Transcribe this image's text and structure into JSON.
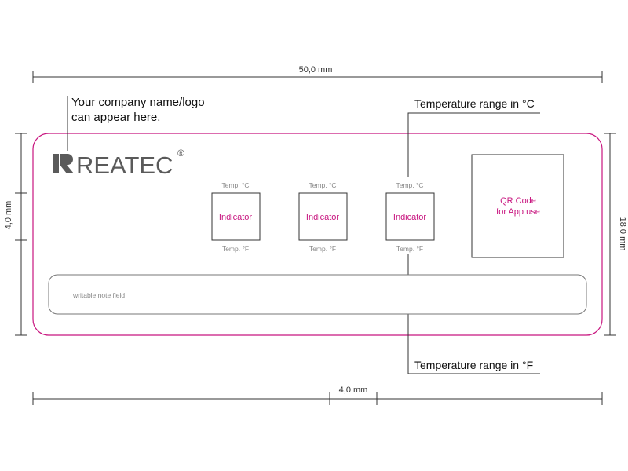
{
  "dimensions": {
    "width_total": "50,0 mm",
    "height_total": "18,0 mm",
    "left_segment": "4,0 mm",
    "bottom_segment": "4,0 mm"
  },
  "callouts": {
    "logo_line1": "Your company name/logo",
    "logo_line2": "can appear here.",
    "temp_c": "Temperature range in °C",
    "temp_f": "Temperature range in °F"
  },
  "logo": {
    "text": "REATEC",
    "registered": "®"
  },
  "indicators": [
    {
      "top": "Temp. °C",
      "label": "Indicator",
      "bottom": "Temp. °F"
    },
    {
      "top": "Temp. °C",
      "label": "Indicator",
      "bottom": "Temp. °F"
    },
    {
      "top": "Temp. °C",
      "label": "Indicator",
      "bottom": "Temp. °F"
    }
  ],
  "qr": {
    "line1": "QR Code",
    "line2": "for App use"
  },
  "note_field": {
    "placeholder": "writable note field"
  },
  "colors": {
    "accent": "#c8157f",
    "line": "#333333",
    "muted": "#888888",
    "logo": "#5a5a5a"
  }
}
